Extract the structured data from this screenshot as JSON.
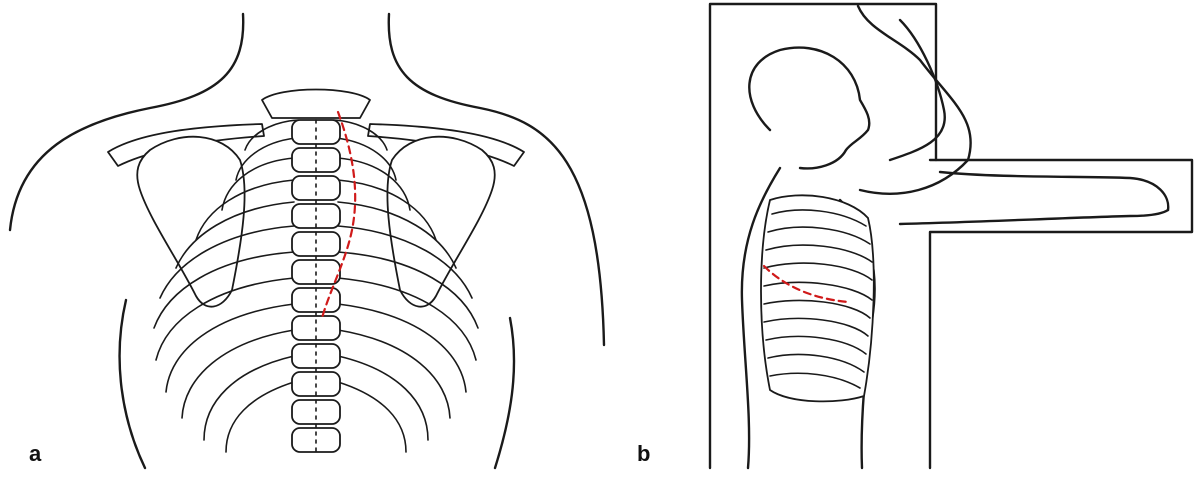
{
  "figure": {
    "panels": [
      {
        "label": "a",
        "depicts": "posterior-thorax"
      },
      {
        "label": "b",
        "depicts": "lateral-body-arms-raised"
      }
    ],
    "colors": {
      "ink": "#1a1a1a",
      "marker": "#d01a1a",
      "background": "#ffffff"
    }
  }
}
